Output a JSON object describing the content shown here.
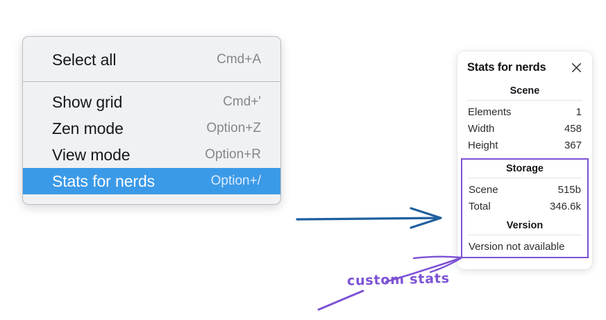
{
  "context_menu": {
    "groups": [
      {
        "items": [
          {
            "label": "Select all",
            "shortcut": "Cmd+A",
            "selected": false
          }
        ]
      },
      {
        "items": [
          {
            "label": "Show grid",
            "shortcut": "Cmd+'",
            "selected": false
          },
          {
            "label": "Zen mode",
            "shortcut": "Option+Z",
            "selected": false
          },
          {
            "label": "View mode",
            "shortcut": "Option+R",
            "selected": false
          },
          {
            "label": "Stats for nerds",
            "shortcut": "Option+/",
            "selected": true
          }
        ]
      }
    ],
    "highlight_color": "#3b9ae8",
    "background_color": "#f0f1f3"
  },
  "stats_panel": {
    "title": "Stats for nerds",
    "close_icon": "close-icon",
    "sections": [
      {
        "name": "scene",
        "heading": "Scene",
        "rows": [
          {
            "label": "Elements",
            "value": "1"
          },
          {
            "label": "Width",
            "value": "458"
          },
          {
            "label": "Height",
            "value": "367"
          }
        ]
      },
      {
        "name": "storage",
        "heading": "Storage",
        "rows": [
          {
            "label": "Scene",
            "value": "515b"
          },
          {
            "label": "Total",
            "value": "346.6k"
          }
        ]
      },
      {
        "name": "version",
        "heading": "Version",
        "text": "Version not available"
      }
    ],
    "highlight_border_color": "#7c52d5"
  },
  "annotations": {
    "custom_stats_label": "custom stats",
    "arrow_color_blue": "#1f5f9e",
    "arrow_color_purple": "#7c52d5"
  }
}
